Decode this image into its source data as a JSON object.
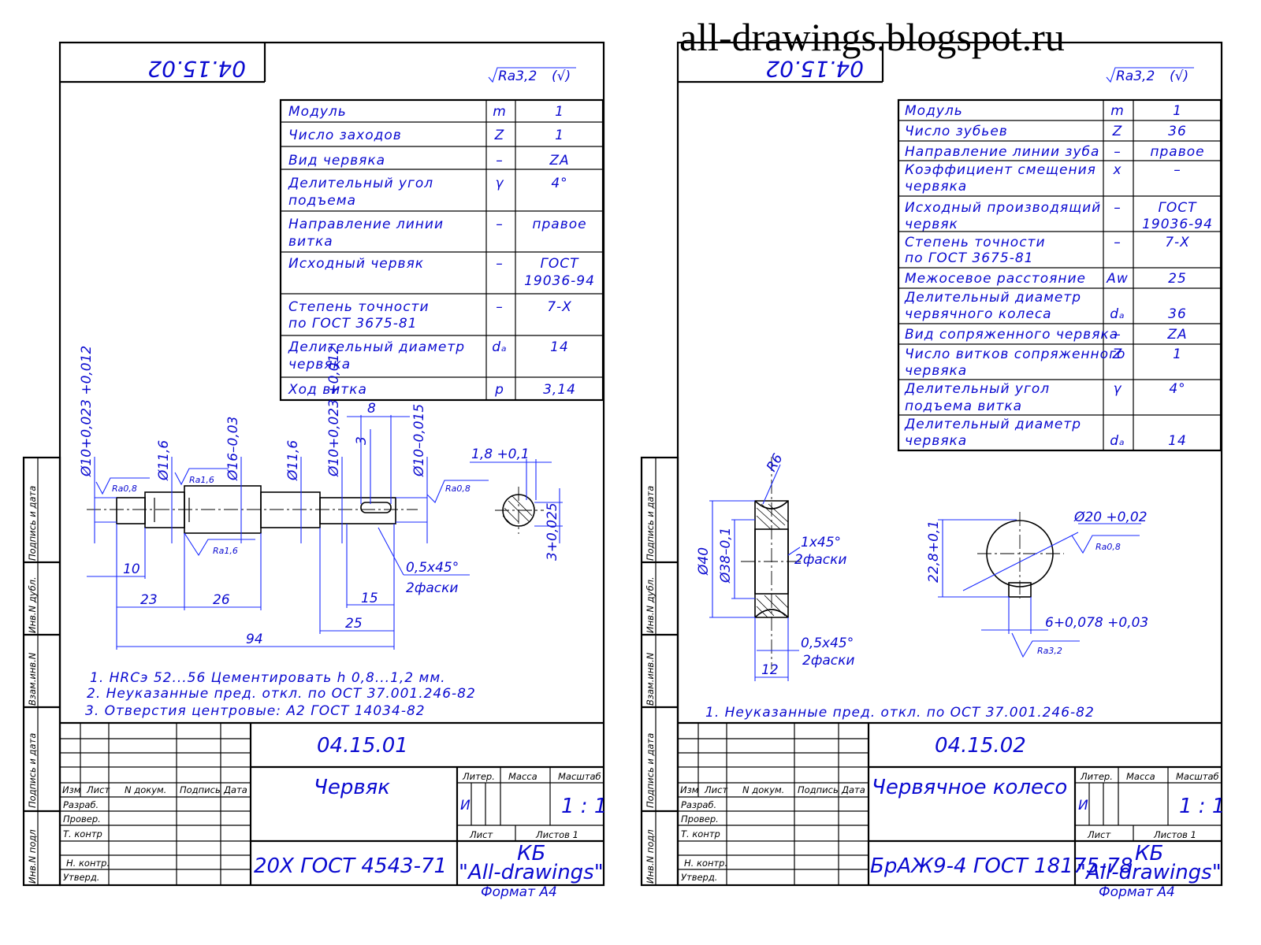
{
  "site": "all-drawings.blogspot.ru",
  "sheets": [
    {
      "mirror_code": "04.15.02",
      "roughness": "Ra3,2",
      "params": [
        [
          "Модуль",
          "m",
          "1"
        ],
        [
          "Число заходов",
          "Z",
          "1"
        ],
        [
          "Вид червяка",
          "–",
          "ZA"
        ],
        [
          "Делительный угол",
          "γ",
          "4°"
        ],
        [
          "подъема",
          "",
          ""
        ],
        [
          "Направление линии",
          "–",
          "правое"
        ],
        [
          "витка",
          "",
          ""
        ],
        [
          "Исходный червяк",
          "–",
          "ГОСТ"
        ],
        [
          "",
          "",
          "19036-94"
        ],
        [
          "Степень точности",
          "–",
          "7-Х"
        ],
        [
          "по ГОСТ 3675-81",
          "",
          ""
        ],
        [
          "Делительный диаметр",
          "dₐ",
          "14"
        ],
        [
          "червяка",
          "",
          ""
        ],
        [
          "Ход витка",
          "p",
          "3,14"
        ]
      ],
      "dims": {
        "d1": "Ø10+0,023 +0,012",
        "d2": "Ø11,6",
        "d3": "Ø16–0,03",
        "d4": "Ø11,6",
        "d5": "Ø10+0,023 +0,012",
        "d6": "Ø10–0,015",
        "key_w": "8",
        "key_d": "3",
        "ra08a": "Ra0,8",
        "ra16a": "Ra1,6",
        "ra16b": "Ra1,6",
        "ra08b": "Ra0,8",
        "l10": "10",
        "l23": "23",
        "l26": "26",
        "l15": "15",
        "l25": "25",
        "l94": "94",
        "chamfer": "0,5x45°",
        "chamfer_n": "2фаски",
        "sec_w": "1,8 +0,1",
        "sec_d": "3+0,025"
      },
      "notes": [
        "1. HRCэ 52...56 Цементировать h 0,8...1,2 мм.",
        "2. Неуказанные пред. откл. по ОСТ 37.001.246-82",
        "3. Отверстия центровые: А2 ГОСТ 14034-82"
      ],
      "code": "04.15.01",
      "name": "Червяк",
      "material": "20Х ГОСТ 4543-71"
    },
    {
      "mirror_code": "04.15.02",
      "roughness": "Ra3,2",
      "params": [
        [
          "Модуль",
          "m",
          "1"
        ],
        [
          "Число зубьев",
          "Z",
          "36"
        ],
        [
          "Направление линии зуба",
          "–",
          "правое"
        ],
        [
          "Коэффициент смещения",
          "x",
          "–"
        ],
        [
          "червяка",
          "",
          ""
        ],
        [
          "Исходный производящий",
          "–",
          "ГОСТ"
        ],
        [
          "червяк",
          "",
          "19036-94"
        ],
        [
          "Степень точности",
          "–",
          "7-Х"
        ],
        [
          "по ГОСТ 3675-81",
          "",
          ""
        ],
        [
          "Межосевое расстояние",
          "Aw",
          "25"
        ],
        [
          "Делительный диаметр",
          "",
          ""
        ],
        [
          "червячного колеса",
          "dₐ",
          "36"
        ],
        [
          "Вид сопряженного червяка",
          "–",
          "ZA"
        ],
        [
          "Число витков сопряженного",
          "Z",
          "1"
        ],
        [
          "червяка",
          "",
          ""
        ],
        [
          "Делительный угол",
          "γ",
          "4°"
        ],
        [
          "подъема витка",
          "",
          ""
        ],
        [
          "Делительный диаметр",
          "",
          ""
        ],
        [
          "червяка",
          "dₐ",
          "14"
        ]
      ],
      "dims": {
        "r6": "R6",
        "d40": "Ø40",
        "d38": "Ø38–0,1",
        "chamfer1": "1x45°",
        "chamfer1_n": "2фаски",
        "chamfer2": "0,5x45°",
        "chamfer2_n": "2фаски",
        "w12": "12",
        "bore": "Ø20 +0,02",
        "ra08": "Ra0,8",
        "kh": "22,8+0,1",
        "kw": "6+0,078 +0,03",
        "ra32": "Ra3,2"
      },
      "notes": [
        "1. Неуказанные пред. откл. по ОСТ 37.001.246-82"
      ],
      "code": "04.15.02",
      "name": "Червячное колесо",
      "material": "БрАЖ9-4 ГОСТ 18175-78"
    }
  ],
  "titleblock": {
    "izm": "Изм",
    "list": "Лист",
    "ndok": "N докум.",
    "podp": "Подпись",
    "data": "Дата",
    "razrab": "Разраб.",
    "prover": "Провер.",
    "tkontr": "Т. контр",
    "nkontr": "Н. контр.",
    "utverd": "Утверд.",
    "liter": "Литер.",
    "massa": "Масса",
    "masshtab": "Масштаб",
    "scale": "1 : 1",
    "liter_val": "И",
    "list2": "Лист",
    "listov": "Листов 1",
    "org1": "КБ",
    "org2": "\"All-drawings\"",
    "format": "Формат  А4"
  },
  "side_labels": [
    "Инв.N подл",
    "Подпись и дата",
    "Взам.инв.N",
    "Инв.N дубл.",
    "Подпись и дата"
  ]
}
